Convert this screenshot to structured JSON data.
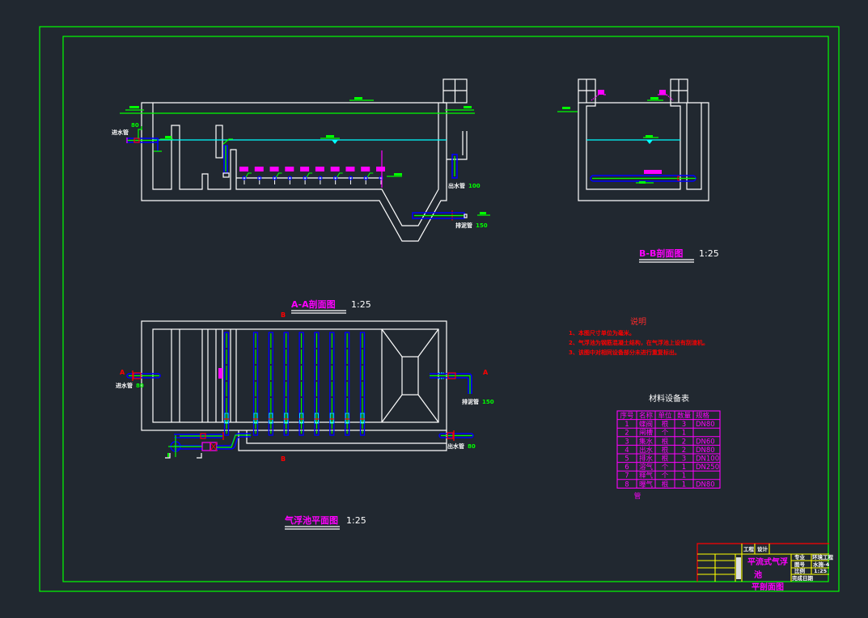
{
  "colors": {
    "background": "#212830",
    "frame": "#00ff00",
    "structure": "#ffffff",
    "pipe": "#0000ff",
    "water_level": "#00ffff",
    "annotation": "#ff00ff",
    "valve": "#ff0000",
    "title_block_grid": "#ffff00"
  },
  "section_aa": {
    "title": "A-A剖面图",
    "scale": "1:25",
    "labels": {
      "inlet": "进水管",
      "inlet_size": "80",
      "outlet": "出水管",
      "outlet_size": "100",
      "sludge": "排泥管",
      "sludge_size": "150"
    },
    "nozzle_count": 10
  },
  "section_bb": {
    "title": "B-B剖面图",
    "scale": "1:25"
  },
  "plan": {
    "title": "气浮池平面图",
    "scale": "1:25",
    "cut_marks": {
      "a_left": "A",
      "a_right": "A",
      "b_top": "B",
      "b_bottom": "B"
    },
    "labels": {
      "inlet": "进水管",
      "inlet_size": "80",
      "sludge": "排泥管",
      "sludge_size": "150",
      "outlet": "出水管",
      "outlet_size": "80"
    },
    "distribution_pipe_count": 9
  },
  "notes": {
    "heading": "说明",
    "items": [
      "1、本图尺寸单位为毫米。",
      "2、气浮池为钢筋混凝土结构，在气浮池上设有刮渣机。",
      "3、该图中对相同设备部分未进行重复标出。"
    ]
  },
  "equipment_table": {
    "title": "材料设备表",
    "headers": [
      "序号",
      "名称",
      "单位",
      "数量",
      "规格"
    ],
    "rows": [
      [
        "1",
        "蝶阀",
        "根",
        "3",
        "DN80"
      ],
      [
        "2",
        "闸槽",
        "个",
        "1",
        ""
      ],
      [
        "3",
        "集水",
        "根",
        "2",
        "DN60"
      ],
      [
        "4",
        "出水",
        "根",
        "2",
        "DN80"
      ],
      [
        "5",
        "排水",
        "根",
        "3",
        "DN100"
      ],
      [
        "6",
        "溶气",
        "个",
        "1",
        "DN250"
      ],
      [
        "7",
        "释气",
        "个",
        "1",
        ""
      ],
      [
        "8",
        "曝气",
        "根",
        "1",
        "DN80"
      ]
    ],
    "overflow_char": "管"
  },
  "title_block": {
    "top_labels": [
      "工程",
      "设计"
    ],
    "drawing_name_line1": "平流式气浮",
    "drawing_name_line2": "池",
    "drawing_subtitle": "平剖面图",
    "fields": [
      {
        "label": "专业",
        "value": "环境工程"
      },
      {
        "label": "图号",
        "value": "水施-4"
      },
      {
        "label": "比例",
        "value": "1:25"
      },
      {
        "label": "完成日期",
        "value": ""
      }
    ]
  }
}
